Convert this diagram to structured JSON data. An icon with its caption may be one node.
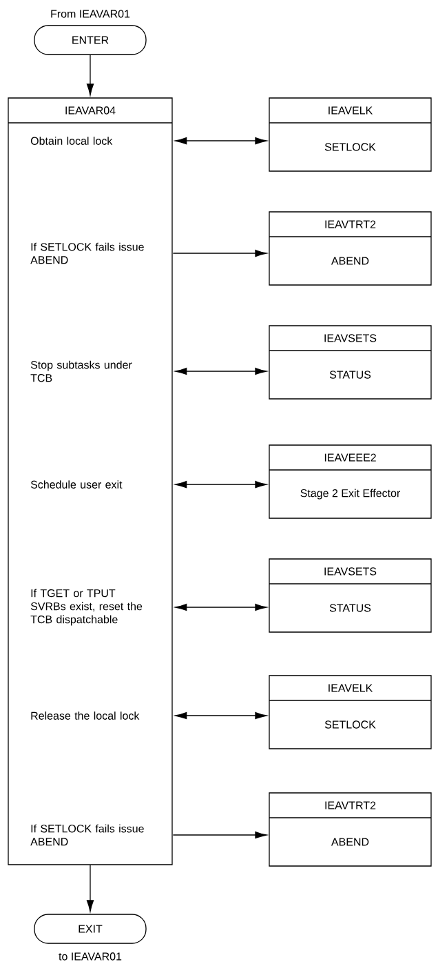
{
  "diagram": {
    "nodes": [
      {
        "text": [
          "ENTER"
        ],
        "beside": [
          "From IEAVAR01"
        ]
      },
      {
        "text": [
          "IEAVAR04"
        ]
      },
      {
        "text": [
          "Obtain local lock"
        ],
        "in": 1
      },
      {
        "text": [
          "If SETLOCK fails issue ABEND"
        ],
        "in": 1
      },
      {
        "text": [
          "Stop subtasks under TCB"
        ],
        "in": 1
      },
      {
        "text": [
          "Schedule user exit"
        ],
        "in": 1
      },
      {
        "text": [
          "If TGET or TPUT SVRBs exist, reset the TCB dispatchable"
        ],
        "in": 1
      },
      {
        "text": [
          "Release the local lock"
        ],
        "in": 1
      },
      {
        "text": [
          "If SETLOCK fails issue ABEND"
        ],
        "in": 1
      },
      {
        "text": [
          "IEAVELK",
          "SETLOCK"
        ]
      },
      {
        "text": [
          "IEAVTRT2",
          "ABEND"
        ]
      },
      {
        "text": [
          "IEAVSETS",
          "STATUS"
        ]
      },
      {
        "text": [
          "IEAVEEE2",
          "Stage 2 Exit Effector"
        ]
      },
      {
        "text": [
          "IEAVSETS",
          "STATUS"
        ]
      },
      {
        "text": [
          "IEAVELK",
          "SETLOCK"
        ]
      },
      {
        "text": [
          "IEAVTRT2",
          "ABEND"
        ]
      },
      {
        "text": [
          "EXIT"
        ],
        "beside": [
          "to IEAVAR01"
        ]
      }
    ],
    "edges": [
      {
        "from": 0,
        "to": 1,
        "arrow": "to"
      },
      {
        "from": 2,
        "to": 9,
        "arrow": "both"
      },
      {
        "from": 3,
        "to": 10,
        "arrow": "to"
      },
      {
        "from": 4,
        "to": 11,
        "arrow": "both"
      },
      {
        "from": 5,
        "to": 12,
        "arrow": "both"
      },
      {
        "from": 6,
        "to": 13,
        "arrow": "both"
      },
      {
        "from": 7,
        "to": 14,
        "arrow": "both"
      },
      {
        "from": 8,
        "to": 15,
        "arrow": "to"
      },
      {
        "from": 1,
        "to": 16,
        "arrow": "to"
      }
    ]
  }
}
